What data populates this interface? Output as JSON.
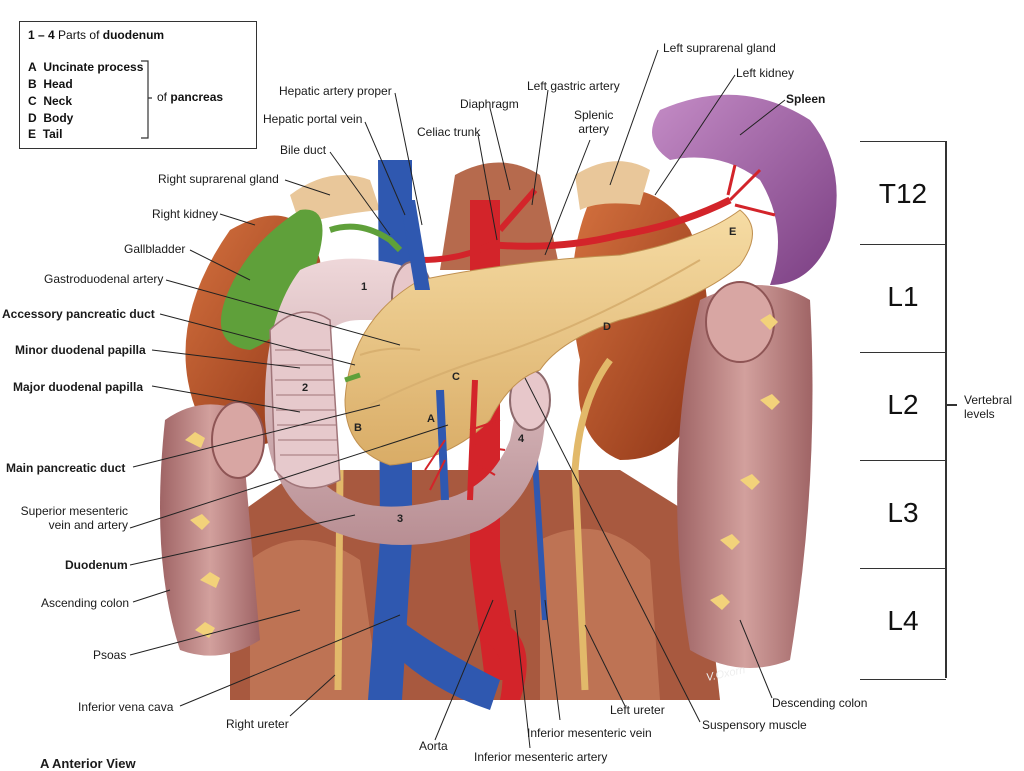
{
  "legend": {
    "parts_range": "1 – 4",
    "parts_text": "Parts of",
    "parts_bold": "duodenum",
    "items": [
      {
        "key": "A",
        "label": "Uncinate process"
      },
      {
        "key": "B",
        "label": "Head"
      },
      {
        "key": "C",
        "label": "Neck"
      },
      {
        "key": "D",
        "label": "Body"
      },
      {
        "key": "E",
        "label": "Tail"
      }
    ],
    "of_text": "of",
    "of_bold": "pancreas"
  },
  "labels": {
    "left_suprarenal_gland": "Left suprarenal gland",
    "left_kidney": "Left kidney",
    "spleen": "Spleen",
    "hepatic_artery_proper": "Hepatic artery proper",
    "left_gastric_artery": "Left gastric artery",
    "diaphragm": "Diaphragm",
    "hepatic_portal_vein": "Hepatic portal vein",
    "celiac_trunk": "Celiac trunk",
    "splenic_artery": "Splenic\nartery",
    "bile_duct": "Bile duct",
    "right_suprarenal_gland": "Right suprarenal gland",
    "right_kidney": "Right kidney",
    "gallbladder": "Gallbladder",
    "gastroduodenal_artery": "Gastroduodenal artery",
    "accessory_pancreatic_duct": "Accessory pancreatic duct",
    "minor_duodenal_papilla": "Minor duodenal papilla",
    "major_duodenal_papilla": "Major duodenal papilla",
    "main_pancreatic_duct": "Main pancreatic duct",
    "superior_mesenteric": "Superior mesenteric\nvein and artery",
    "duodenum": "Duodenum",
    "ascending_colon": "Ascending colon",
    "psoas": "Psoas",
    "inferior_vena_cava": "Inferior vena cava",
    "right_ureter": "Right ureter",
    "aorta": "Aorta",
    "inferior_mesenteric_artery": "Inferior mesenteric artery",
    "inferior_mesenteric_vein": "Inferior mesenteric vein",
    "left_ureter": "Left ureter",
    "suspensory_muscle": "Suspensory muscle",
    "descending_colon": "Descending colon",
    "vertebral_levels": "Vertebral\nlevels",
    "view_caption": "A  Anterior View",
    "signature": "V.Oxorn"
  },
  "diagram_letters": {
    "d1": "1",
    "d2": "2",
    "d3": "3",
    "d4": "4",
    "a": "A",
    "b": "B",
    "c": "C",
    "d": "D",
    "e": "E"
  },
  "vertebral_levels": [
    "T12",
    "L1",
    "L2",
    "L3",
    "L4"
  ],
  "colors": {
    "kidney": "#b8502a",
    "duodenum": "#dcc3c6",
    "pancreas": "#f0cf92",
    "spleen": "#a56ba8",
    "artery": "#d8262a",
    "vein": "#2f58b0",
    "gallbladder": "#5fa03a",
    "colon": "#b87a78",
    "muscle": "#b56a4e"
  }
}
